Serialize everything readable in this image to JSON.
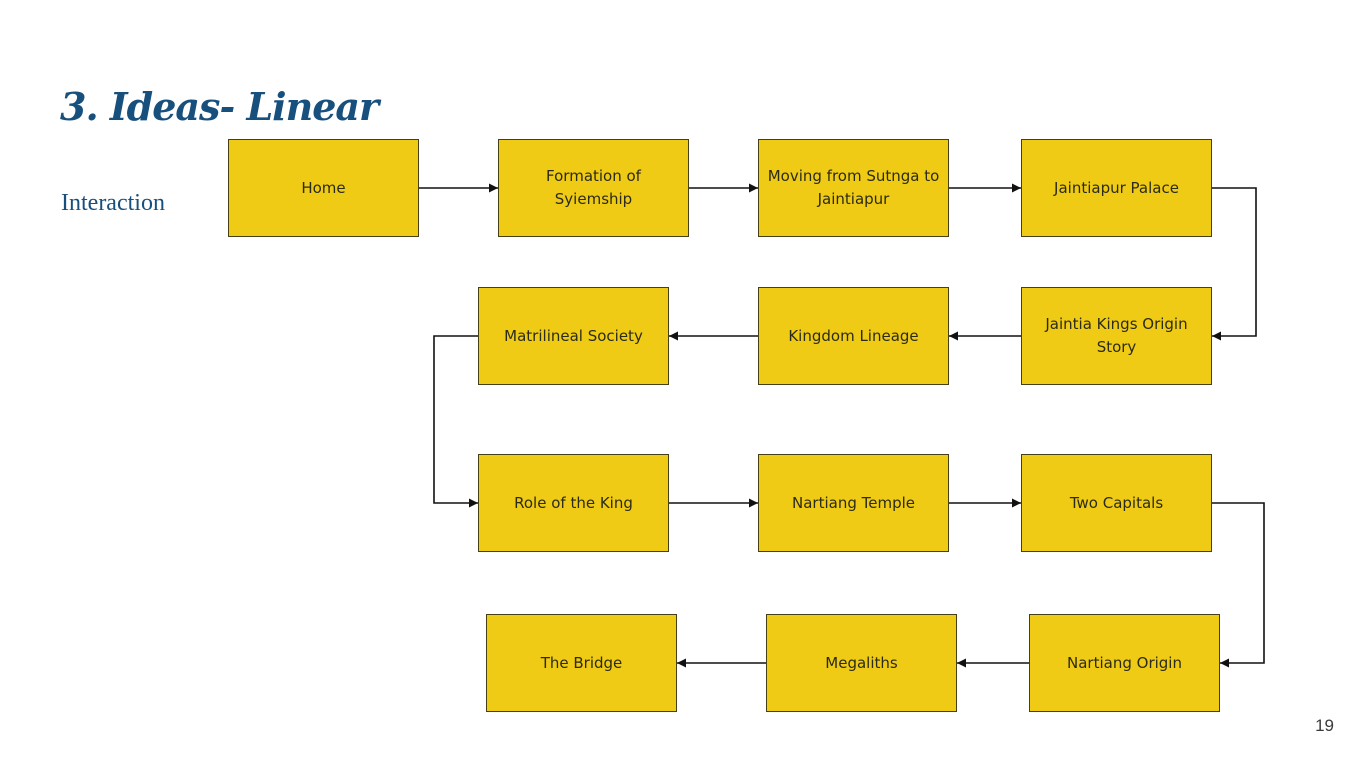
{
  "slide": {
    "title": "3. Ideas- Linear",
    "subtitle": "Interaction",
    "page_number": "19"
  },
  "colors": {
    "title": "#174f7d",
    "box_fill": "#f0cb15",
    "box_border": "#474014",
    "arrow": "#111111"
  },
  "flow": {
    "nodes": [
      {
        "id": "home",
        "label": "Home"
      },
      {
        "id": "formation",
        "label": "Formation of Syiemship"
      },
      {
        "id": "moving",
        "label": "Moving from Sutnga to Jaintiapur"
      },
      {
        "id": "palace",
        "label": "Jaintiapur Palace"
      },
      {
        "id": "origin-story",
        "label": "Jaintia Kings Origin Story"
      },
      {
        "id": "lineage",
        "label": "Kingdom Lineage"
      },
      {
        "id": "matrilineal",
        "label": "Matrilineal Society"
      },
      {
        "id": "role-king",
        "label": "Role of the King"
      },
      {
        "id": "temple",
        "label": "Nartiang Temple"
      },
      {
        "id": "capitals",
        "label": "Two Capitals"
      },
      {
        "id": "nartiang-origin",
        "label": "Nartiang Origin"
      },
      {
        "id": "megaliths",
        "label": "Megaliths"
      },
      {
        "id": "bridge",
        "label": "The Bridge"
      }
    ],
    "edges": [
      {
        "from": "home",
        "to": "formation"
      },
      {
        "from": "formation",
        "to": "moving"
      },
      {
        "from": "moving",
        "to": "palace"
      },
      {
        "from": "palace",
        "to": "origin-story"
      },
      {
        "from": "origin-story",
        "to": "lineage"
      },
      {
        "from": "lineage",
        "to": "matrilineal"
      },
      {
        "from": "matrilineal",
        "to": "role-king"
      },
      {
        "from": "role-king",
        "to": "temple"
      },
      {
        "from": "temple",
        "to": "capitals"
      },
      {
        "from": "capitals",
        "to": "nartiang-origin"
      },
      {
        "from": "nartiang-origin",
        "to": "megaliths"
      },
      {
        "from": "megaliths",
        "to": "bridge"
      }
    ]
  }
}
